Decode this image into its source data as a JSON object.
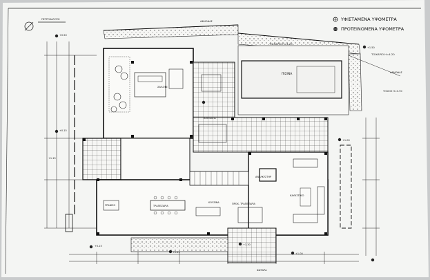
{
  "legend": {
    "existing_levels": "ΥΦΙΣΤΑΜΕΝΑ ΥΨΟΜΕΤΡΑ",
    "proposed_levels": "ΠΡΟΤΕΙΝΟΜΕΝΑ ΥΨΟΜΕΤΡΑ"
  },
  "rooms": {
    "living_room": "ΣΑΛΟΝΙ",
    "pool": "ΠΙΣΙΝΑ",
    "veranda": "ΒΕΡΑΝΤΑ",
    "lift": "ΑΝΕΛΚΥΣΤΗΡ",
    "fireplace_room": "ΚΑΘΙΣΤΙΚΟ",
    "office": "ΓΡΑΦΕΙΟ",
    "dining_room": "ΤΡΑΠΕΖΑΡΙΑ",
    "kitchen": "ΚΟΥΖΙΝΑ",
    "breakfast": "ΠΡΟΧ. ΤΡΑΠΕΖΑΡΙΑ"
  },
  "notes": {
    "walls_top": "ΤΟΙΧΑΡΙΟ Η=4.20",
    "walls_right": "ΤΟΙΧΑΡΙΟ Η=4.20",
    "bottom_center": "ΤΟΙΧΟΣ Η=0.90",
    "bottom_left_ref": "ΠΕΤΡΟΚΑΛΥΨΗ"
  },
  "levels": {
    "top_left": "+0.50",
    "mid_left": "+0.15",
    "terrace": "+1.30",
    "stair": "+1.15",
    "bottom_left": "+0.15",
    "bottom_mid": "+0.45",
    "bottom_right": "+1.00",
    "right_top": "+1.00",
    "right_edge": "+1.50"
  }
}
